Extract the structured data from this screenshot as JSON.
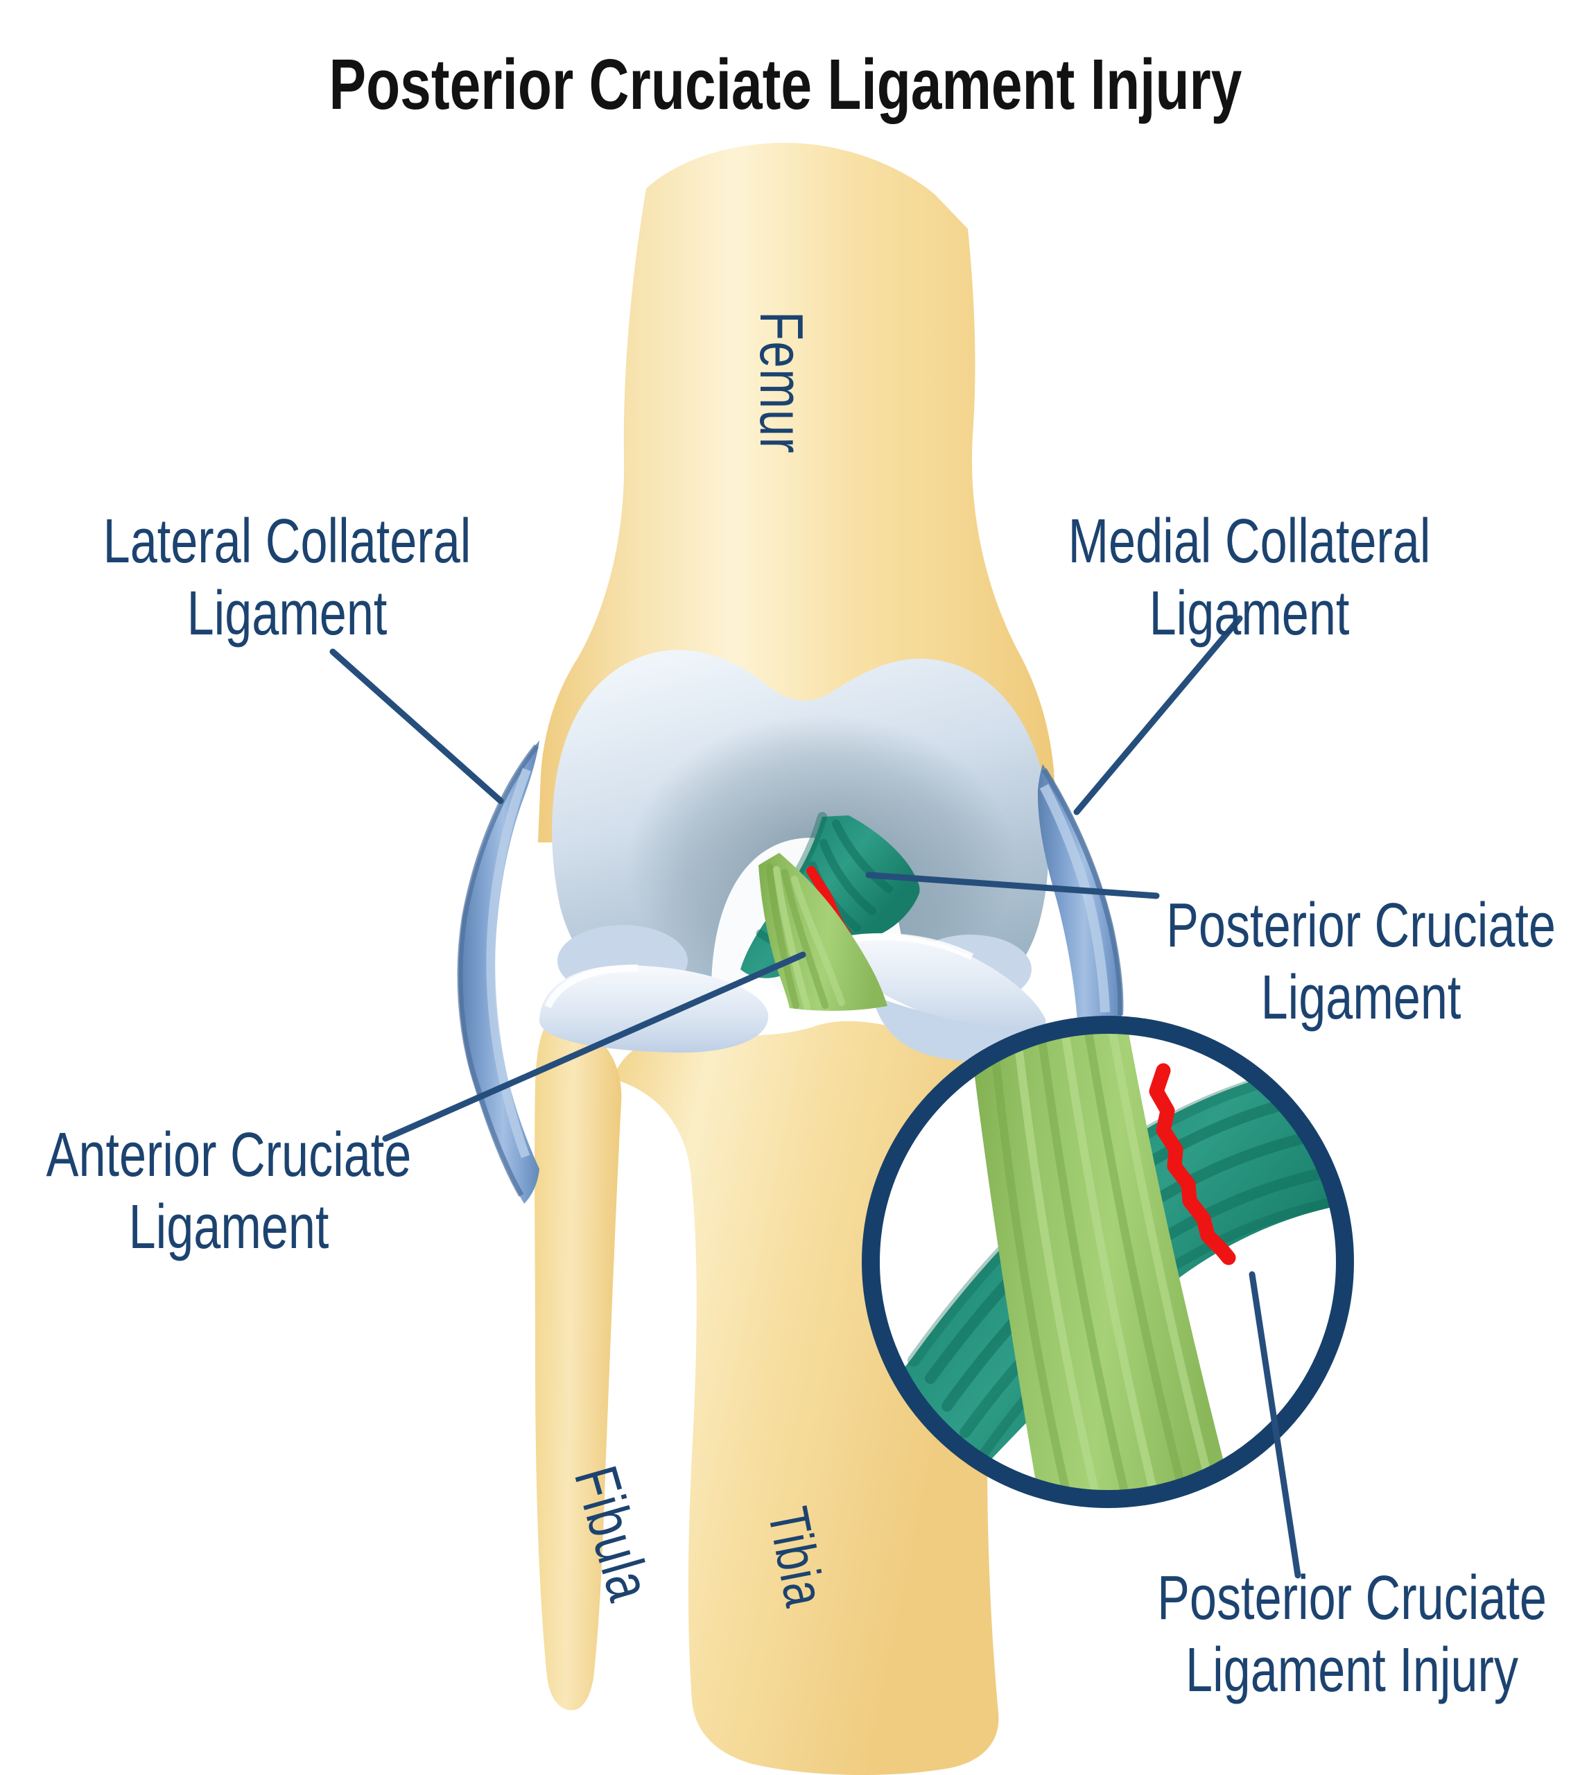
{
  "title": "Posterior Cruciate Ligament Injury",
  "labels": {
    "femur": "Femur",
    "tibia": "Tibia",
    "fibula": "Fibula",
    "lateral_collateral": {
      "line1": "Lateral Collateral",
      "line2": "Ligament"
    },
    "medial_collateral": {
      "line1": "Medial Collateral",
      "line2": "Ligament"
    },
    "posterior_cruciate": {
      "line1": "Posterior Cruciate",
      "line2": "Ligament"
    },
    "anterior_cruciate": {
      "line1": "Anterior Cruciate",
      "line2": "Ligament"
    },
    "pcl_injury": {
      "line1": "Posterior Cruciate",
      "line2": "Ligament Injury"
    }
  },
  "colors": {
    "title_text": "#121212",
    "label_text": "#1c4370",
    "leader_line": "#264e7c",
    "circle_border": "#16406b",
    "bone_cream": "#f6dc9d",
    "bone_highlight": "#fdf3d4",
    "cartilage_blue": "#cfdcea",
    "collateral_ligament_blue": "#7fa2d0",
    "acl_green": "#97c468",
    "pcl_teal": "#1f8a76",
    "injury_red": "#ee1414"
  }
}
